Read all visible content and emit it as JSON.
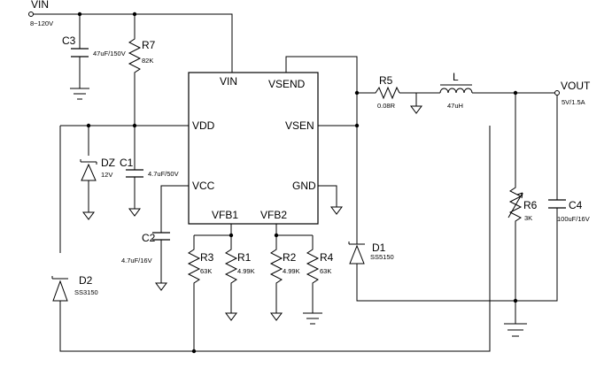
{
  "power": {
    "vin_label": "VIN",
    "vin_range": "8~120V",
    "vout_label": "VOUT",
    "vout_spec": "5V/1.5A"
  },
  "ic": {
    "pins": {
      "vin": "VIN",
      "vsend": "VSEND",
      "vdd": "VDD",
      "vsen": "VSEN",
      "vcc": "VCC",
      "gnd": "GND",
      "vfb1": "VFB1",
      "vfb2": "VFB2"
    }
  },
  "components": {
    "c3": {
      "ref": "C3",
      "value": "47uF/150V"
    },
    "r7": {
      "ref": "R7",
      "value": "82K"
    },
    "dz": {
      "ref": "DZ",
      "value": "12V"
    },
    "c1": {
      "ref": "C1",
      "value": "4.7uF/50V"
    },
    "c2": {
      "ref": "C2",
      "value": "4.7uF/16V"
    },
    "d2": {
      "ref": "D2",
      "value": "SS3150"
    },
    "r3": {
      "ref": "R3",
      "value": "63K"
    },
    "r1": {
      "ref": "R1",
      "value": "4.99K"
    },
    "r2": {
      "ref": "R2",
      "value": "4.99K"
    },
    "r4": {
      "ref": "R4",
      "value": "63K"
    },
    "r5": {
      "ref": "R5",
      "value": "0.08R"
    },
    "l": {
      "ref": "L",
      "value": "47uH"
    },
    "d1": {
      "ref": "D1",
      "value": "SS5150"
    },
    "r6": {
      "ref": "R6",
      "value": "3K"
    },
    "c4": {
      "ref": "C4",
      "value": "100uF/16V"
    }
  }
}
